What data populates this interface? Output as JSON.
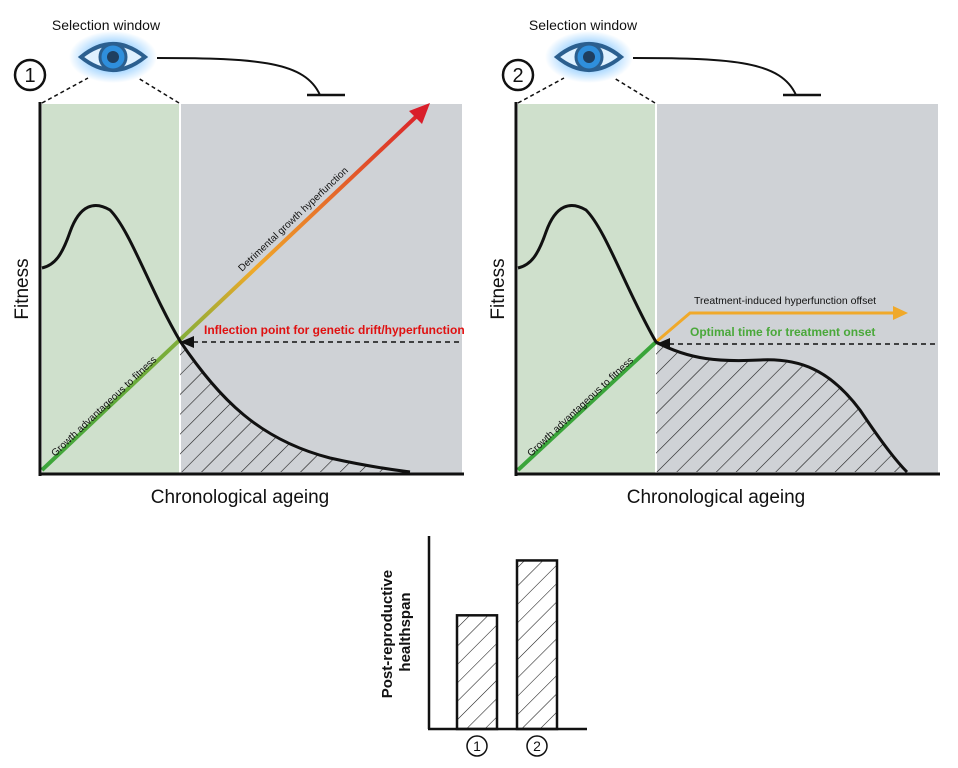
{
  "panels": [
    {
      "badge": "1",
      "eye_label": "Selection window",
      "ylabel": "Fitness",
      "xlabel": "Chronological ageing",
      "diag_low_label": "Growth advantageous to fitness",
      "diag_high_label": "Detrimental growth hyperfunction",
      "inflection_label": "Inflection point for genetic drift/hyperfunction",
      "icon": "eye-icon",
      "colors": {
        "selection_window": "#cfe0cc",
        "post_window": "#cfd2d6",
        "growth": "#3aa53a",
        "hyperfunction": "#d91e2a",
        "inflection_text": "#e01010"
      }
    },
    {
      "badge": "2",
      "eye_label": "Selection window",
      "ylabel": "Fitness",
      "xlabel": "Chronological ageing",
      "diag_low_label": "Growth advantageous to fitness",
      "offset_label": "Treatment-induced hyperfunction offset",
      "treatment_label": "Optimal time for treatment onset",
      "icon": "eye-icon",
      "colors": {
        "selection_window": "#cfe0cc",
        "post_window": "#cfd2d6",
        "growth": "#3aa53a",
        "offset_arrow": "#f0a92a",
        "treatment_text": "#4aa83a"
      }
    }
  ],
  "chart_data": {
    "type": "bar",
    "categories": [
      "1",
      "2"
    ],
    "values": [
      58,
      86
    ],
    "ylabel": "Post-reproductive healthspan",
    "xlabel": "",
    "ylim": [
      0,
      100
    ],
    "grid": false,
    "pattern": "hatched"
  }
}
